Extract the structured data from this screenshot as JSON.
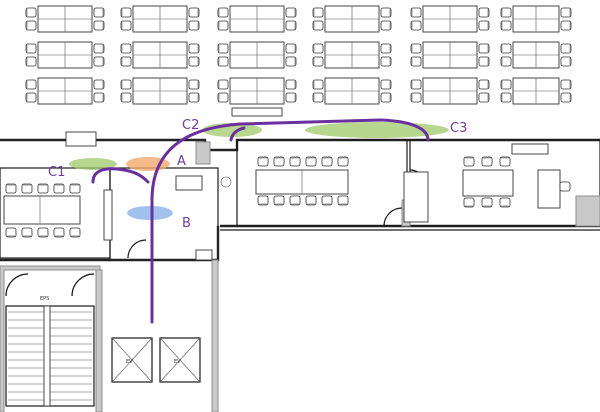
{
  "floorplan": {
    "labels": {
      "c1": "C1",
      "c2": "C2",
      "c3": "C3",
      "a": "A",
      "b": "B"
    },
    "room_tags": {
      "eps": "EPS",
      "ev1": "EV",
      "ev2": "EV"
    },
    "colors": {
      "path": "#6b2fa0",
      "zone_green": "#9fc96a",
      "zone_orange": "#f2a96b",
      "zone_blue": "#8fb6ea",
      "label": "#6a3fa0"
    }
  }
}
